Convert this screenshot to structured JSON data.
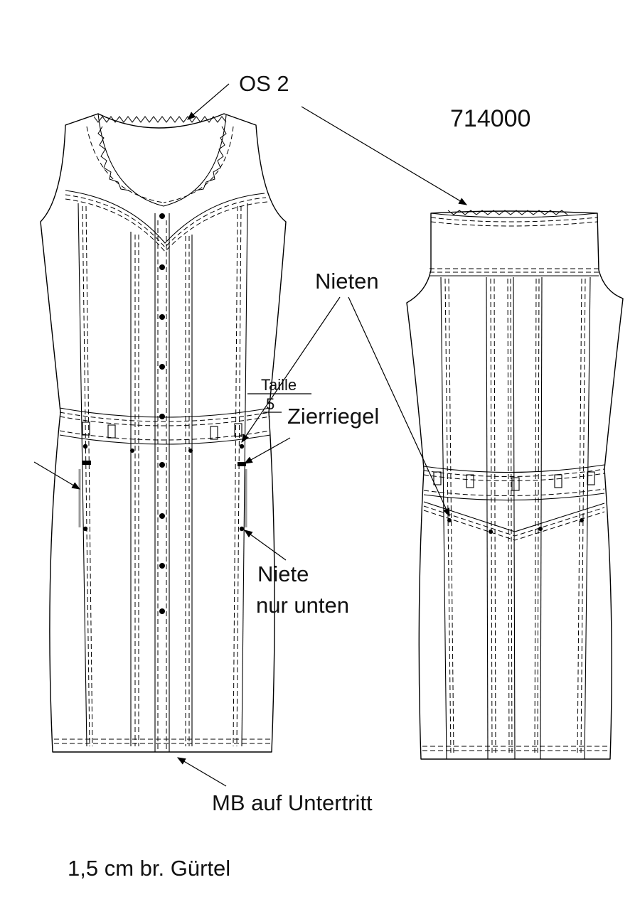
{
  "style_number": "714000",
  "labels": {
    "os2": "OS 2",
    "nieten": "Nieten",
    "taille": "Taille",
    "taille_value": "5",
    "zierriegel": "Zierriegel",
    "niete_line1": "Niete",
    "niete_line2": "nur unten",
    "mb": "MB auf Untertritt",
    "belt_note": "1,5 cm br. Gürtel"
  },
  "colors": {
    "line": "#000000",
    "pocket_marker": "#9a9a9a",
    "background": "#ffffff"
  }
}
